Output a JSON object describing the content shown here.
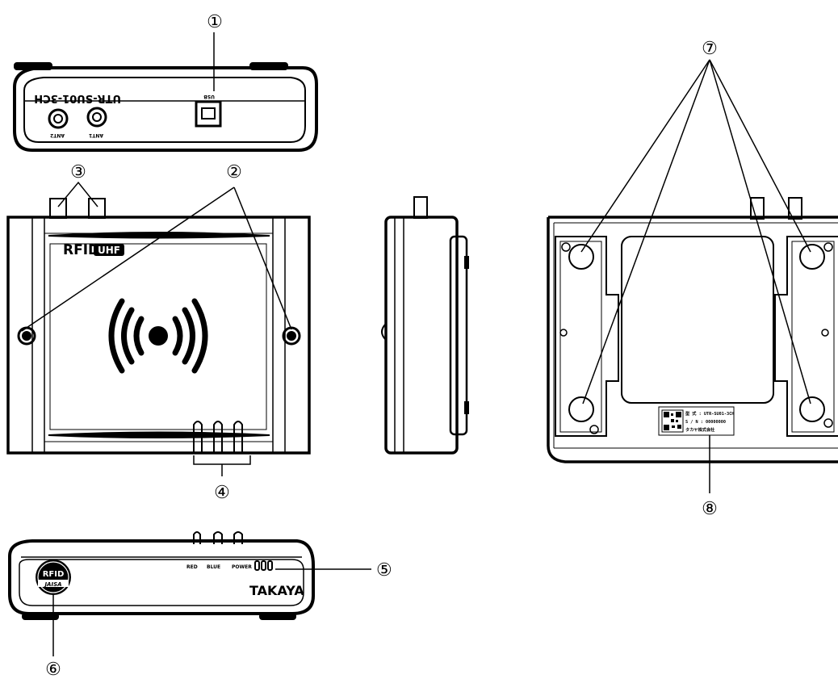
{
  "callouts": {
    "c1": "①",
    "c2": "②",
    "c3": "③",
    "c4": "④",
    "c5": "⑤",
    "c6": "⑥",
    "c7": "⑦",
    "c8": "⑧"
  },
  "back_view": {
    "model_text": "UTR-SU01-3CH",
    "usb_label": "USB",
    "ant1_label": "ANT1",
    "ant2_label": "ANT2"
  },
  "top_view": {
    "rfid_text": "RFID",
    "uhf_text": "UHF",
    "wireless_symbol": "((●))"
  },
  "front_view": {
    "led_red": "RED",
    "led_blue": "BLUE",
    "led_power": "POWER",
    "brand": "TAKAYA",
    "badge_top": "RFID",
    "badge_bottom": "JAISA"
  },
  "bottom_view": {
    "label_line1": "型 式 : UTR-SU01-3CH",
    "label_line2": "S / N : 00000000",
    "label_line3": "タカヤ株式会社"
  },
  "icons": {
    "usb_port": "usb-port-icon",
    "antenna_connector": "antenna-connector-icon",
    "wireless": "wireless-signal-icon",
    "qr_code": "qr-code-icon"
  }
}
